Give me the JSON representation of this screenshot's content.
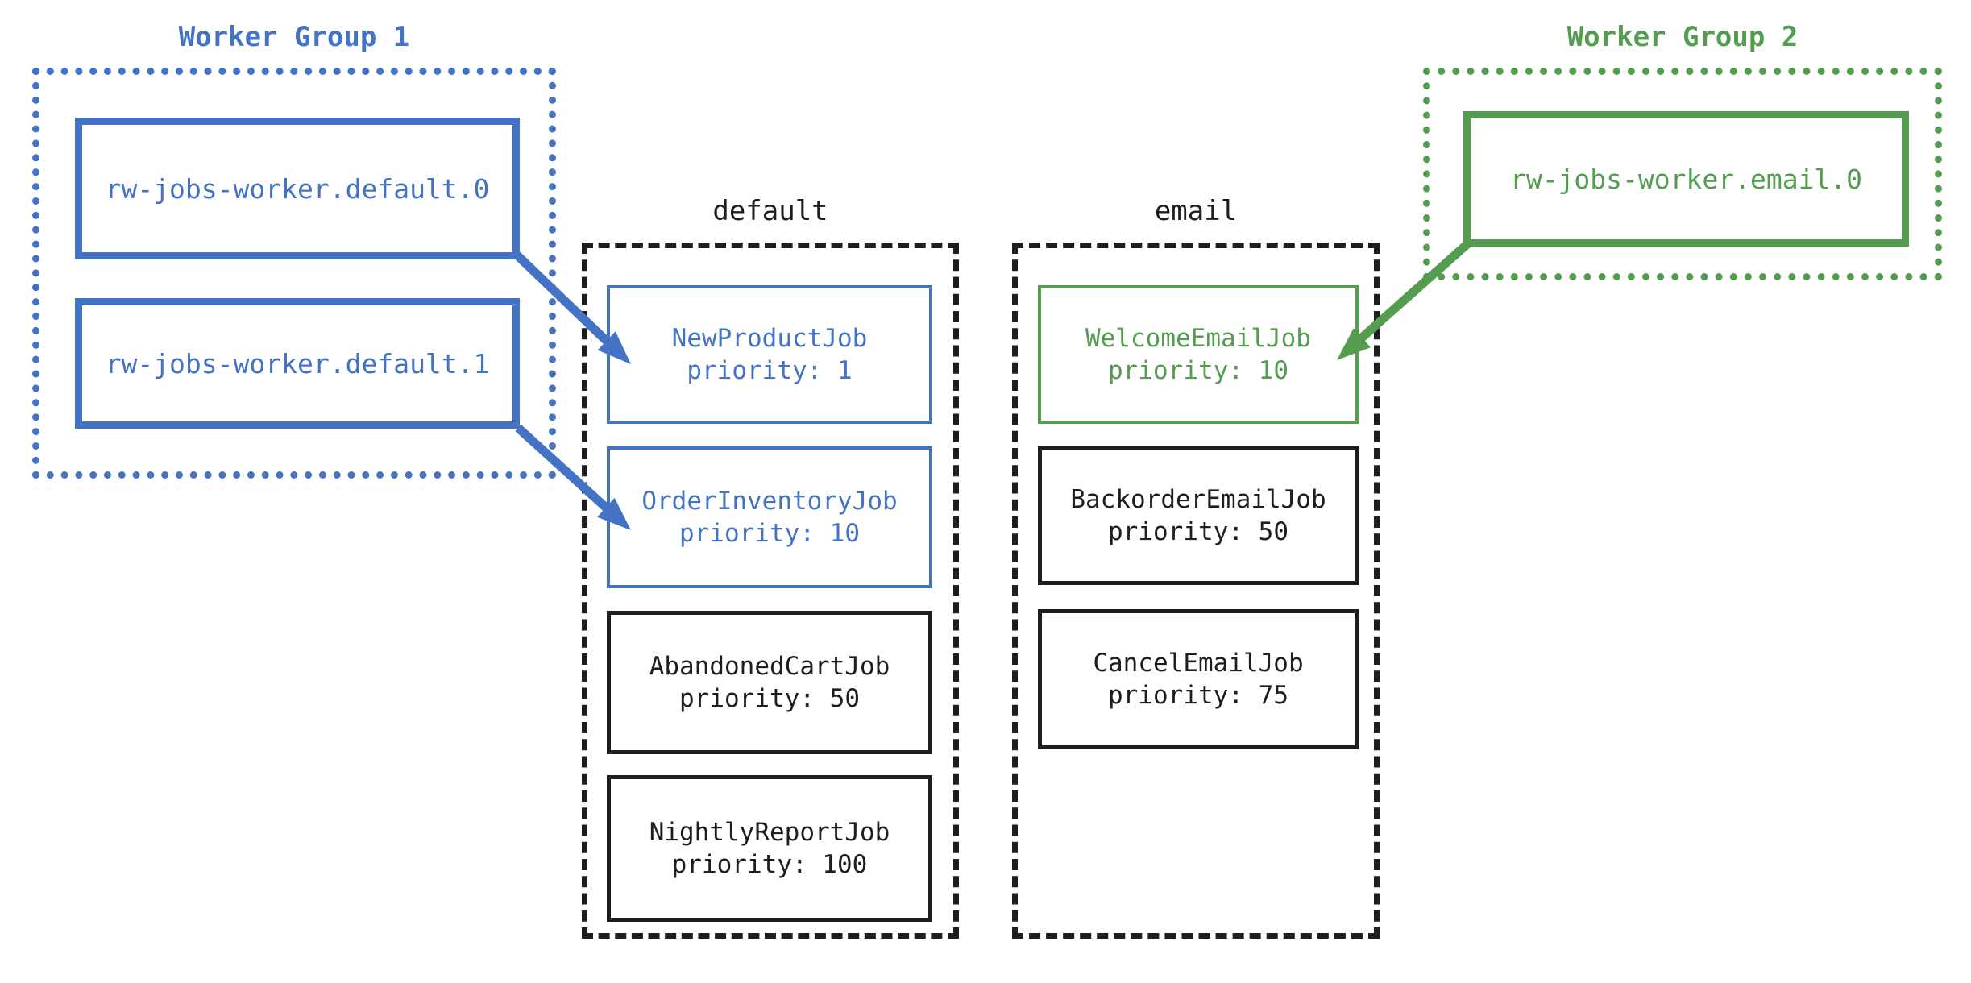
{
  "colors": {
    "blue": "#4472C4",
    "green": "#549C4F",
    "black": "#1E1E1E",
    "background": "#FFFFFF"
  },
  "worker_group_1": {
    "title": "Worker Group 1",
    "workers": [
      {
        "label": "rw-jobs-worker.default.0"
      },
      {
        "label": "rw-jobs-worker.default.1"
      }
    ]
  },
  "worker_group_2": {
    "title": "Worker Group 2",
    "workers": [
      {
        "label": "rw-jobs-worker.email.0"
      }
    ]
  },
  "queues": {
    "default": {
      "label": "default",
      "jobs": [
        {
          "name": "NewProductJob",
          "priority": 1,
          "priority_text": "priority: 1",
          "highlight": "blue"
        },
        {
          "name": "OrderInventoryJob",
          "priority": 10,
          "priority_text": "priority: 10",
          "highlight": "blue"
        },
        {
          "name": "AbandonedCartJob",
          "priority": 50,
          "priority_text": "priority: 50",
          "highlight": "none"
        },
        {
          "name": "NightlyReportJob",
          "priority": 100,
          "priority_text": "priority: 100",
          "highlight": "none"
        }
      ]
    },
    "email": {
      "label": "email",
      "jobs": [
        {
          "name": "WelcomeEmailJob",
          "priority": 10,
          "priority_text": "priority: 10",
          "highlight": "green"
        },
        {
          "name": "BackorderEmailJob",
          "priority": 50,
          "priority_text": "priority: 50",
          "highlight": "none"
        },
        {
          "name": "CancelEmailJob",
          "priority": 75,
          "priority_text": "priority: 75",
          "highlight": "none"
        }
      ]
    }
  },
  "arrows": [
    {
      "from": "rw-jobs-worker.default.0",
      "to": "NewProductJob",
      "color": "#4472C4"
    },
    {
      "from": "rw-jobs-worker.default.1",
      "to": "OrderInventoryJob",
      "color": "#4472C4"
    },
    {
      "from": "rw-jobs-worker.email.0",
      "to": "WelcomeEmailJob",
      "color": "#549C4F"
    }
  ]
}
